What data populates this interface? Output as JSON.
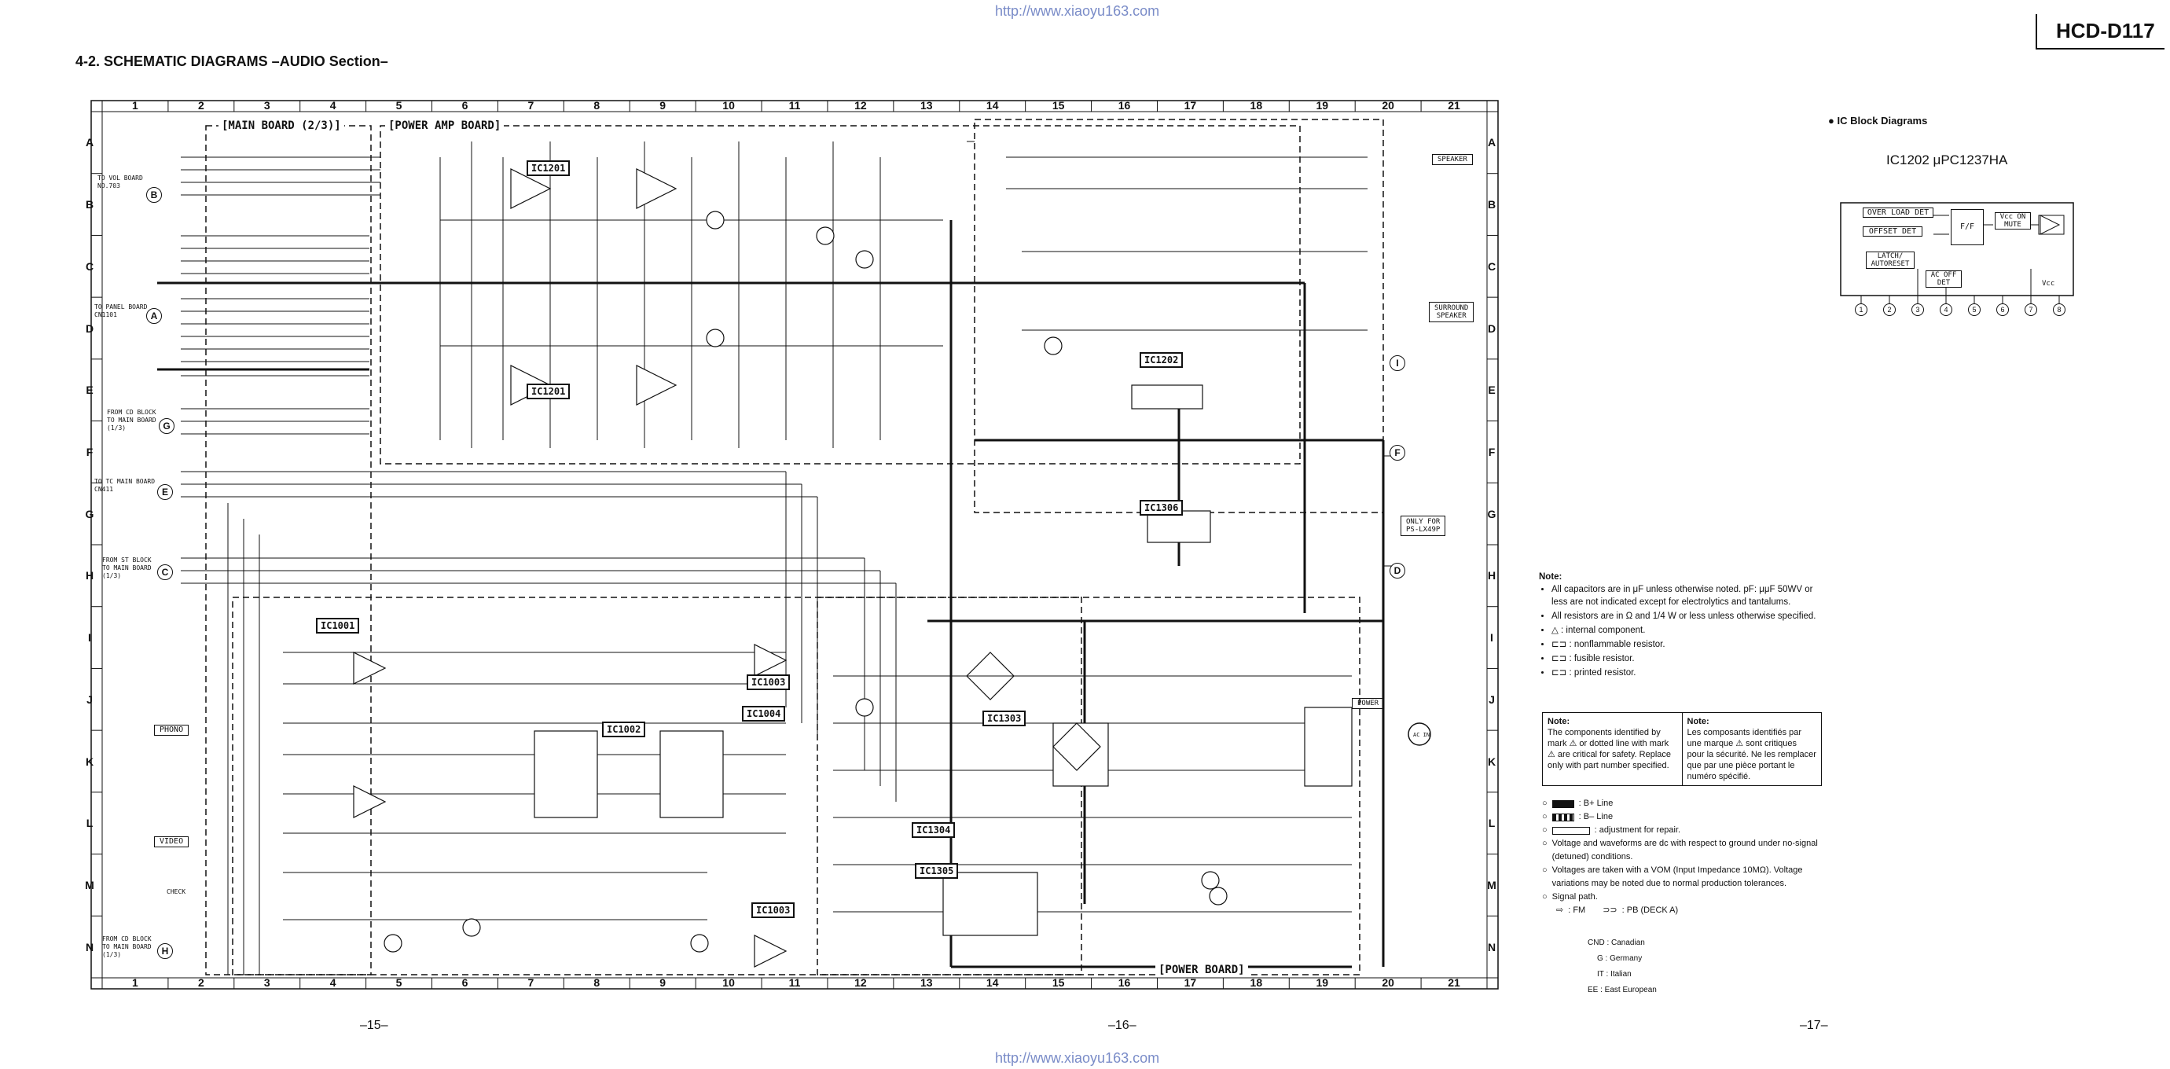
{
  "header": {
    "watermark_url": "http://www.xiaoyu163.com",
    "model": "HCD-D117",
    "section_title": "4-2. SCHEMATIC DIAGRAMS –AUDIO Section–"
  },
  "grid": {
    "columns": [
      "1",
      "2",
      "3",
      "4",
      "5",
      "6",
      "7",
      "8",
      "9",
      "10",
      "11",
      "12",
      "13",
      "14",
      "15",
      "16",
      "17",
      "18",
      "19",
      "20",
      "21"
    ],
    "rows": [
      "A",
      "B",
      "C",
      "D",
      "E",
      "F",
      "G",
      "H",
      "I",
      "J",
      "K",
      "L",
      "M",
      "N"
    ]
  },
  "boards": {
    "main": "[MAIN BOARD (2/3)]",
    "power_amp": "[POWER AMP BOARD]",
    "power": "[POWER BOARD]"
  },
  "ics": [
    "IC1201",
    "IC1202",
    "IC1201",
    "IC1306",
    "IC1001",
    "IC1003",
    "IC1002",
    "IC1004",
    "IC1303",
    "IC1304",
    "IC1305",
    "IC1003"
  ],
  "connectors": {
    "to_vol_board": "TO VOL BOARD\nNO.703",
    "to_panel_board": "TO PANEL BOARD\nCN1101",
    "from_cd_block": "FROM CD BLOCK\nTO MAIN BOARD\n(1/3)",
    "to_tc_main": "TO TC MAIN BOARD\nCN411",
    "from_st_block": "FROM ST BLOCK\nTO MAIN BOARD\n(1/3)",
    "from_cd_block_h": "FROM CD BLOCK\nTO MAIN BOARD\n(1/3)",
    "phono": "PHONO",
    "video": "VIDEO",
    "check": "CHECK",
    "speaker": "SPEAKER",
    "surround": "SURROUND\nSPEAKER",
    "only_for": "ONLY FOR\nPS-LX49P",
    "power_sw": "POWER",
    "ac_in": "AC IN"
  },
  "connector_letters": [
    "B",
    "A",
    "G",
    "E",
    "C",
    "H",
    "F",
    "I",
    "D"
  ],
  "side": {
    "ic_block_heading": "● IC Block Diagrams",
    "ic_name": "IC1202 μPC1237HA",
    "blocks": [
      "OVER LOAD DET",
      "OFFSET DET",
      "LATCH/\nAUTORESET",
      "AC OFF\nDET",
      "F/F",
      "Vcc ON\nMUTE"
    ],
    "vcc": "Vcc",
    "pins": [
      "1",
      "2",
      "3",
      "4",
      "5",
      "6",
      "7",
      "8"
    ]
  },
  "notes": {
    "heading": "Note:",
    "items": [
      "All capacitors are in μF unless otherwise noted. pF: μμF 50WV or less are not indicated except for electrolytics and tantalums.",
      "All resistors are in Ω and 1/4 W or less unless otherwise specified.",
      "△ : internal component.",
      "⊏⊐ : nonflammable resistor.",
      "⊏⊐ : fusible resistor.",
      "⊏⊐ : printed resistor."
    ],
    "caution_en_head": "Note:",
    "caution_en": "The components identified by mark ⚠ or dotted line with mark ⚠ are critical for safety. Replace only with part number specified.",
    "caution_fr_head": "Note:",
    "caution_fr": "Les composants identifiés par une marque ⚠ sont critiques pour la sécurité. Ne les remplacer que par une pièce portant le numéro spécifié.",
    "legend": [
      ": B+ Line",
      ": B– Line",
      ": adjustment for repair.",
      "Voltage and waveforms are dc with respect to ground under no-signal (detuned) conditions.",
      "Voltages are taken with a VOM (Input Impedance 10MΩ). Voltage variations may be noted due to normal production tolerances.",
      "Signal path."
    ],
    "signal_fm": ": FM",
    "signal_pb": ": PB (DECK A)",
    "regions": [
      "CND : Canadian",
      "G : Germany",
      "IT : Italian",
      "EE : East European"
    ]
  },
  "pages": [
    "–15–",
    "–16–",
    "–17–"
  ]
}
